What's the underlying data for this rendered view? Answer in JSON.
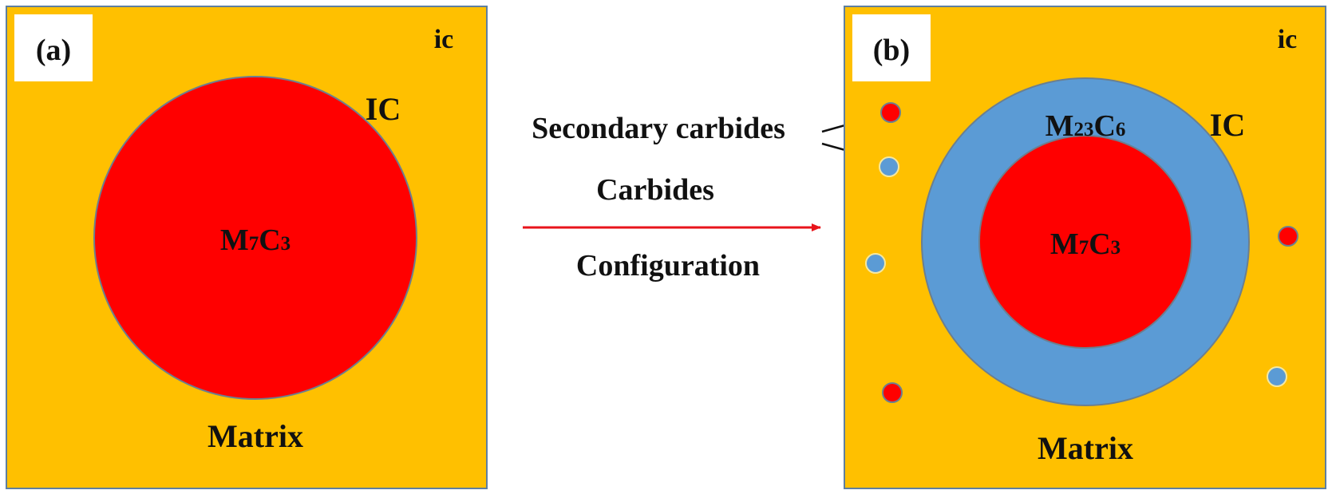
{
  "colors": {
    "matrix": "#FFC000",
    "m7c3": "#FF0000",
    "m23c6": "#5B9BD5",
    "arrow": "#E8141B",
    "text": "#111111",
    "panel_border": "#5F7F9F"
  },
  "panel_a": {
    "label": "(a)",
    "ic": "ic",
    "IC": "IC",
    "core_main": "M",
    "core_sub1": "7",
    "core_mid": "C",
    "core_sub2": "3",
    "matrix": "Matrix"
  },
  "panel_b": {
    "label": "(b)",
    "ic": "ic",
    "IC": "IC",
    "shell_main": "M",
    "shell_sub1": "23",
    "shell_mid": "C",
    "shell_sub2": "6",
    "core_main": "M",
    "core_sub1": "7",
    "core_mid": "C",
    "core_sub2": "3",
    "matrix": "Matrix",
    "secondary_carbides": [
      "m23c6",
      "m7c3",
      "m23c6",
      "m7c3",
      "m7c3",
      "m23c6"
    ]
  },
  "middle": {
    "secondary_label": "Secondary carbides",
    "arrow_top": "Carbides",
    "arrow_bottom": "Configuration"
  }
}
